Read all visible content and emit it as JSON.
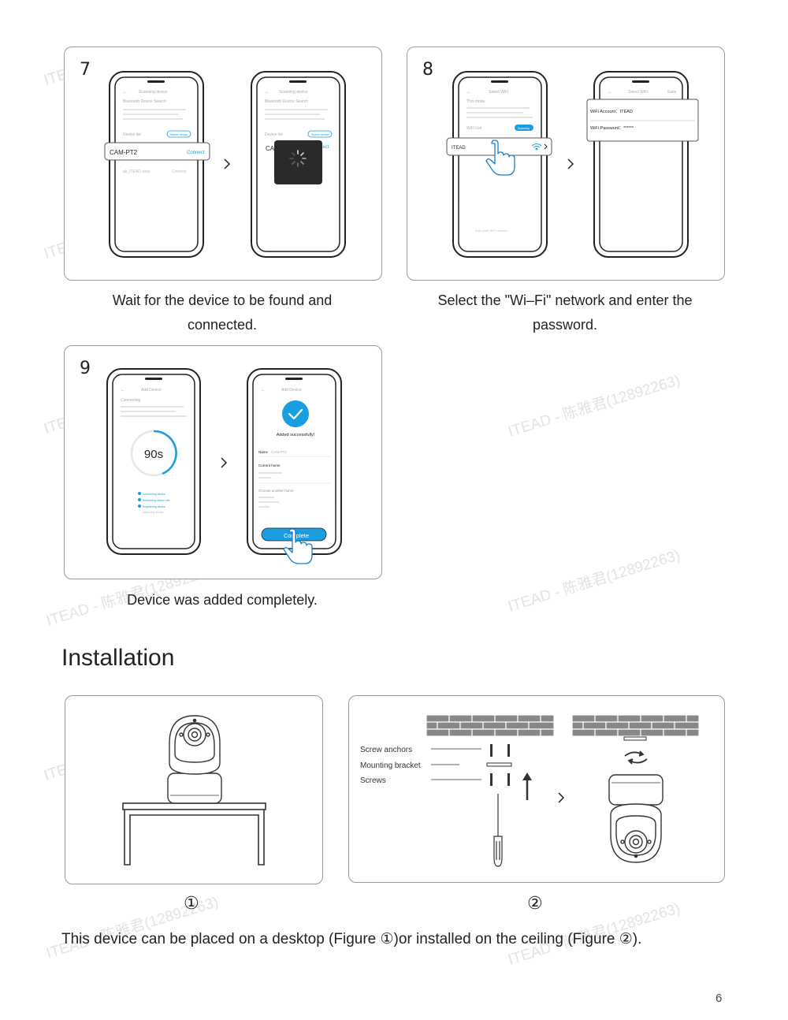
{
  "steps": [
    {
      "number": "7",
      "caption_line1": "Wait for the device to be found and",
      "caption_line2": "connected.",
      "left_screen": {
        "title": "Scanning device",
        "heading": "Bluetooth Device Search",
        "device_list_label": "Device list",
        "search_button": "Search device",
        "found_device": "CAM-PT2",
        "connect_label": "Connect",
        "other_device": "ak_ITEAD-xxxx",
        "other_action": "Connect"
      },
      "right_screen": {
        "title": "Scanning device",
        "heading": "Bluetooth Device Search",
        "device_list_label": "Device list",
        "search_button": "Search device",
        "found_device": "CAM-PT2",
        "connect_label": "Connect"
      }
    },
    {
      "number": "8",
      "caption_line1": "Select the \"Wi–Fi\" network and enter the",
      "caption_line2": "password.",
      "left_screen": {
        "title": "Select WiFi",
        "heading": "This mode",
        "wifi_list_label": "WiFi List",
        "scan_button": "Scanning",
        "network": "ITEAD",
        "add_other": "Add other WiFi network"
      },
      "right_screen": {
        "title": "Select WiFi",
        "action": "Save",
        "account_label": "WiFi Account：ITEAD",
        "password_label": "WiFi Password：******"
      }
    },
    {
      "number": "9",
      "caption_line1": "Device was added completely.",
      "left_screen": {
        "title": "Add Device",
        "heading": "Connecting",
        "countdown": "90s",
        "status_items": [
          "Connecting device",
          "Refreshing device info",
          "Registering device",
          "Initializing device"
        ]
      },
      "right_screen": {
        "title": "Add Device",
        "success": "Added successfully!",
        "name_label": "Name",
        "name_value": "CAM-PT2",
        "home_label": "Current home",
        "choose_label": "Choose another home",
        "complete_button": "Complete"
      }
    }
  ],
  "installation": {
    "heading": "Installation",
    "figure1_label": "①",
    "figure2_label": "②",
    "labels": [
      "Screw anchors",
      "Mounting bracket",
      "Screws"
    ],
    "caption": "This device can be placed on a desktop (Figure ①)or installed on the ceiling (Figure ②)."
  },
  "page_number": "6",
  "watermark": {
    "text": "ITEAD - 陈雅君(12892263)",
    "short": "ITE"
  },
  "icons": [
    "chevron-right-icon",
    "back-arrow-icon",
    "wifi-icon",
    "checkmark-icon",
    "pointing-hand-icon",
    "spinner-icon",
    "rotate-arrows-icon",
    "up-arrow-icon"
  ],
  "colors": {
    "accent": "#1a9ee0",
    "panel_border": "#9a9a9a",
    "text": "#222222"
  }
}
